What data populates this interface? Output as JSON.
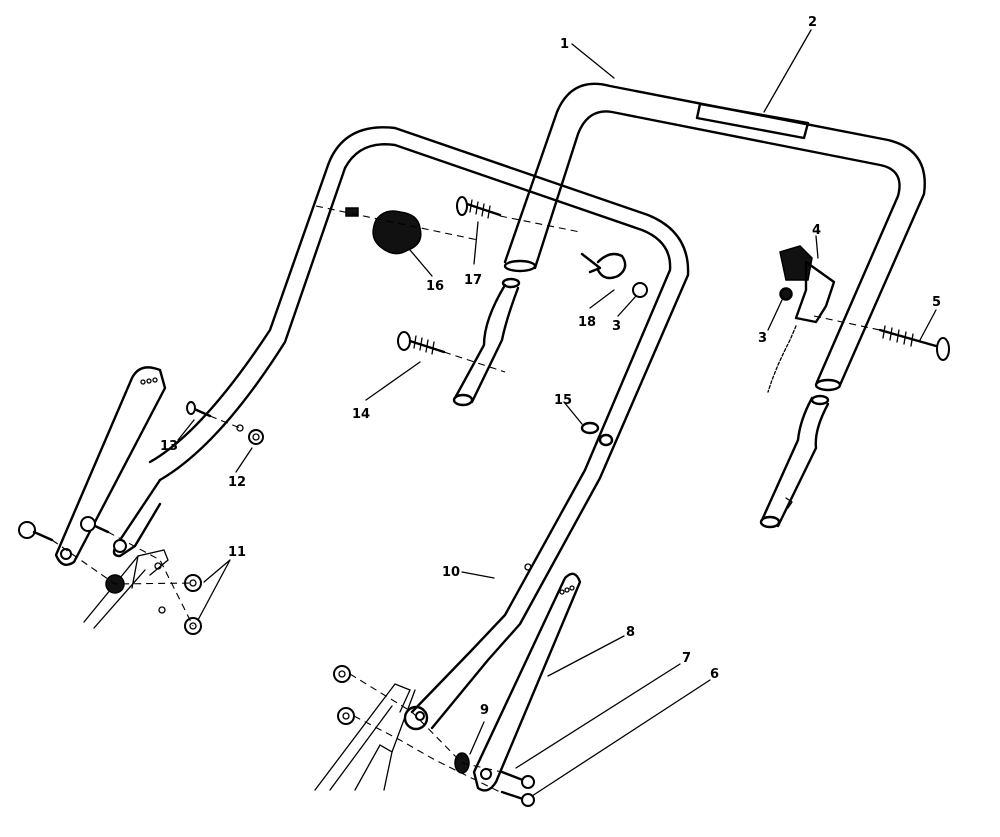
{
  "figure": {
    "callouts": [
      {
        "id": "c1",
        "label": "1"
      },
      {
        "id": "c2",
        "label": "2"
      },
      {
        "id": "c3a",
        "label": "3"
      },
      {
        "id": "c3b",
        "label": "3"
      },
      {
        "id": "c4",
        "label": "4"
      },
      {
        "id": "c5",
        "label": "5"
      },
      {
        "id": "c6",
        "label": "6"
      },
      {
        "id": "c7",
        "label": "7"
      },
      {
        "id": "c8",
        "label": "8"
      },
      {
        "id": "c9",
        "label": "9"
      },
      {
        "id": "c10",
        "label": "10"
      },
      {
        "id": "c11",
        "label": "11"
      },
      {
        "id": "c12",
        "label": "12"
      },
      {
        "id": "c13",
        "label": "13"
      },
      {
        "id": "c14",
        "label": "14"
      },
      {
        "id": "c15",
        "label": "15"
      },
      {
        "id": "c16",
        "label": "16"
      },
      {
        "id": "c17",
        "label": "17"
      },
      {
        "id": "c18",
        "label": "18"
      }
    ]
  }
}
